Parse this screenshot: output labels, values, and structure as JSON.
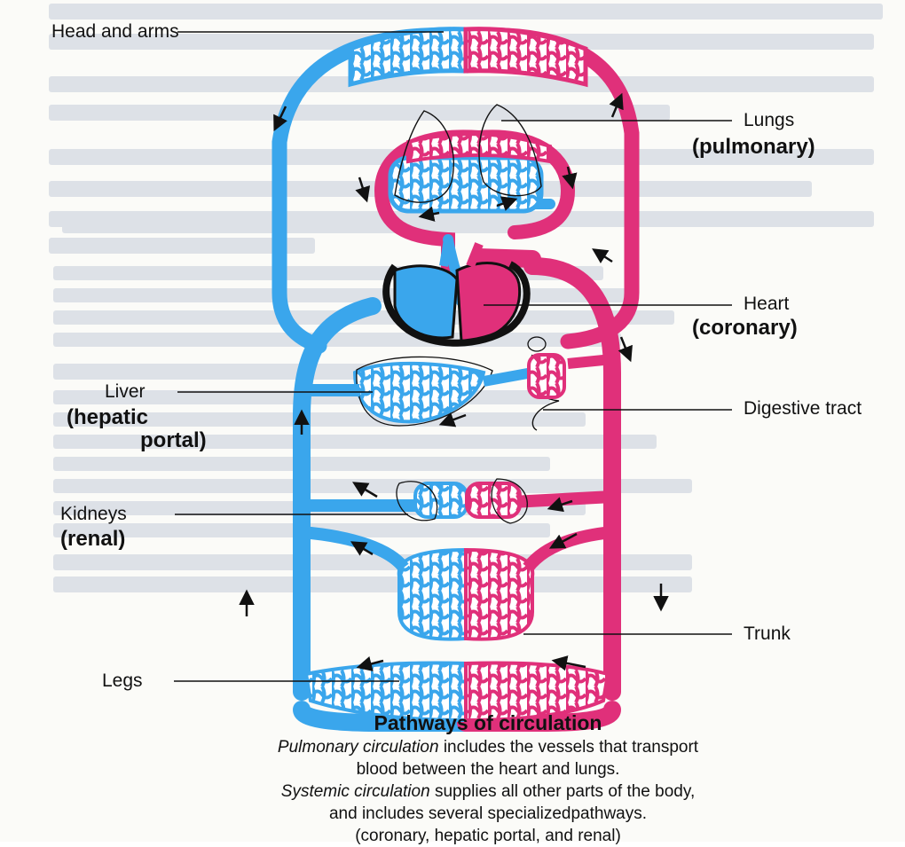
{
  "figure": {
    "labels": {
      "head_arms": "Head and arms",
      "lungs": "Lungs",
      "lungs_sub": "(pulmonary)",
      "heart": "Heart",
      "heart_sub": "(coronary)",
      "liver": "Liver",
      "liver_sub_1": "(hepatic",
      "liver_sub_2": "portal)",
      "digestive": "Digestive tract",
      "kidneys": "Kidneys",
      "kidneys_sub": "(renal)",
      "trunk": "Trunk",
      "legs": "Legs"
    },
    "colors": {
      "vein": "#3aa6ec",
      "artery": "#e0307a",
      "outline": "#111111"
    },
    "caption": {
      "title": "Pathways of circulation",
      "line1_em": "Pulmonary circulation",
      "line1_rest": " includes the vessels that transport",
      "line2": "blood between the heart and lungs.",
      "line3_em": "Systemic circulation",
      "line3_rest": " supplies all other parts of the body,",
      "line4": "and includes several specializedpathways.",
      "line5": "(coronary, hepatic portal, and renal)"
    }
  }
}
